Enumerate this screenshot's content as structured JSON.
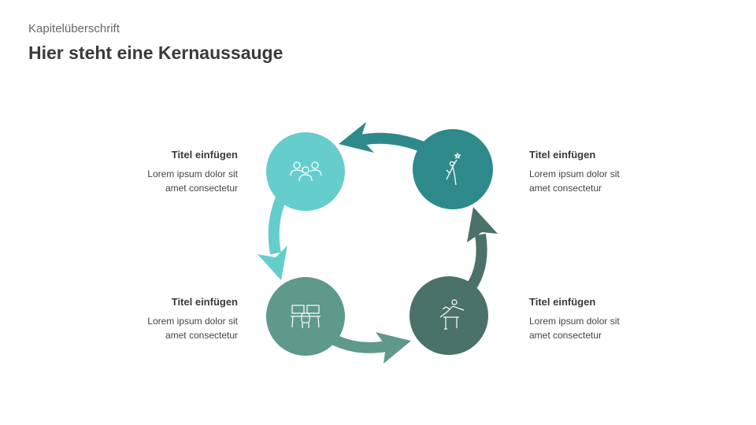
{
  "header": {
    "kicker": "Kapitelüberschrift",
    "title": "Hier steht eine Kernaussauge"
  },
  "steps": [
    {
      "title": "Titel einfügen",
      "line1": "Lorem ipsum dolor sit",
      "line2": "amet consectetur",
      "icon": "people-group-icon",
      "color": "#65cdcc"
    },
    {
      "title": "Titel einfügen",
      "line1": "Lorem ipsum dolor sit",
      "line2": "amet consectetur",
      "icon": "success-person-icon",
      "color": "#2e8a8a"
    },
    {
      "title": "Titel einfügen",
      "line1": "Lorem ipsum dolor sit",
      "line2": "amet consectetur",
      "icon": "workstation-icon",
      "color": "#5e998c"
    },
    {
      "title": "Titel einfügen",
      "line1": "Lorem ipsum dolor sit",
      "line2": "amet consectetur",
      "icon": "hurdle-runner-icon",
      "color": "#4a7268"
    }
  ]
}
